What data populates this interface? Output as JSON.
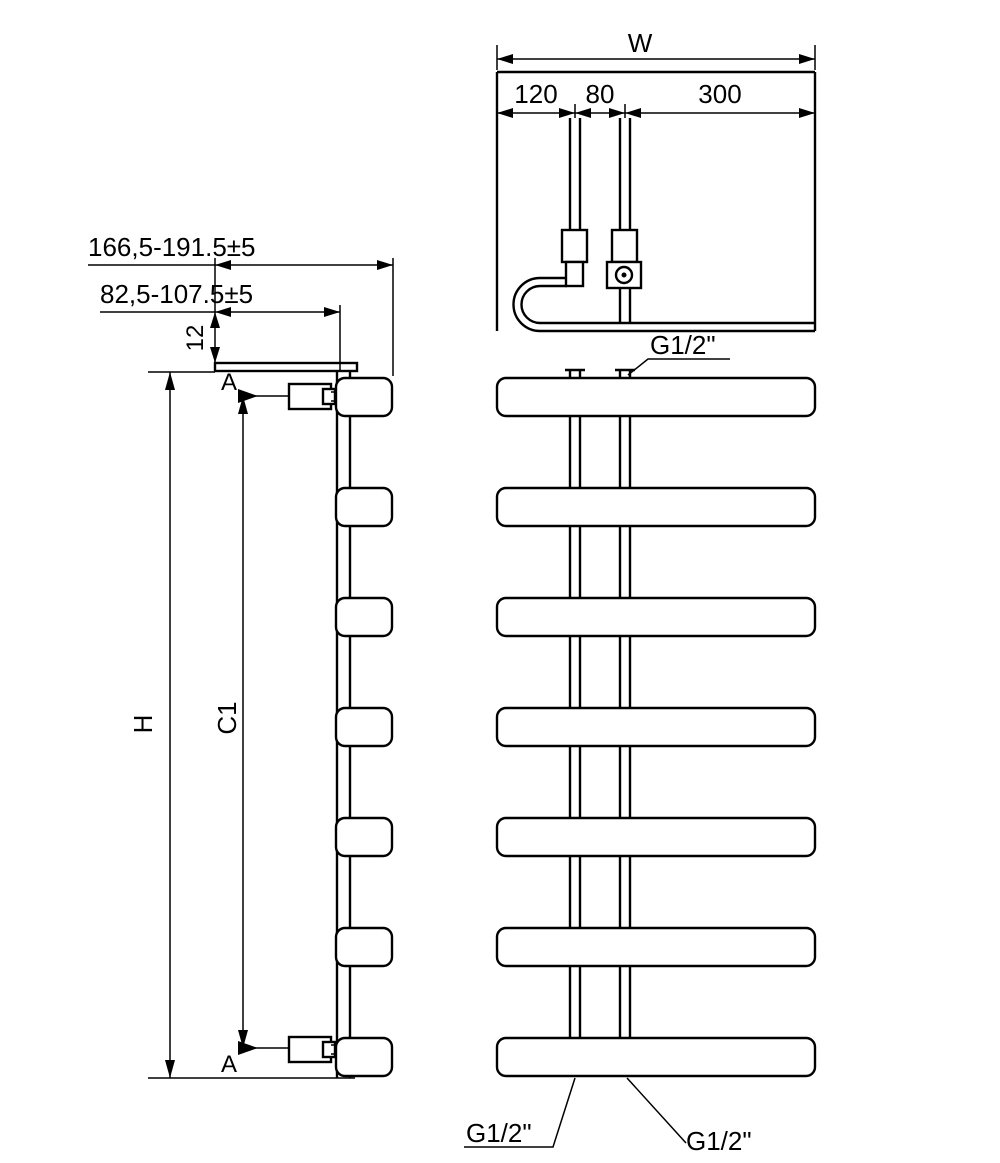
{
  "drawing": {
    "front_view": {
      "width_label": "W",
      "segments": [
        "120",
        "80",
        "300"
      ],
      "connection_top": "G1/2\"",
      "connection_bottom_left": "G1/2\"",
      "connection_bottom_right": "G1/2\""
    },
    "side_view": {
      "mount_depth_range": "166,5-191.5±5",
      "bracket_depth_range": "82,5-107.5±5",
      "plate_offset": "12",
      "height_label": "H",
      "center_distance_label": "C1",
      "section_marker_top": "A",
      "section_marker_bottom": "A"
    }
  }
}
